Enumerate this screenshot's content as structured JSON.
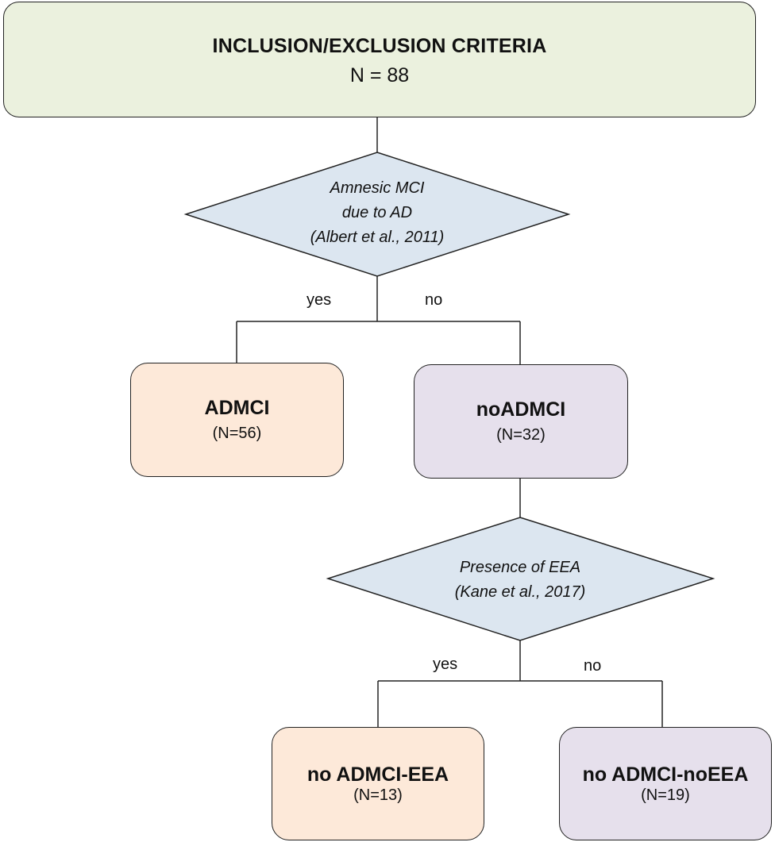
{
  "colors": {
    "title_fill": "#ebf1de",
    "decision_fill": "#dce6f0",
    "orange_fill": "#fde9d9",
    "purple_fill": "#e6e0ec",
    "line": "#222222"
  },
  "start": {
    "title": "INCLUSION/EXCLUSION CRITERIA",
    "n": "N = 88"
  },
  "decision1": {
    "line1": "Amnesic MCI",
    "line2": "due to AD",
    "line3": "(Albert et al., 2011)",
    "yes_label": "yes",
    "no_label": "no"
  },
  "admci": {
    "name": "ADMCI",
    "n": "(N=56)"
  },
  "noadmci": {
    "name": "noADMCI",
    "n": "(N=32)"
  },
  "decision2": {
    "line1": "Presence of EEA",
    "line2": "(Kane et al., 2017)",
    "yes_label": "yes",
    "no_label": "no"
  },
  "eea": {
    "name": "no ADMCI-EEA",
    "n": "(N=13)"
  },
  "noeea": {
    "name": "no ADMCI-noEEA",
    "n": "(N=19)"
  }
}
